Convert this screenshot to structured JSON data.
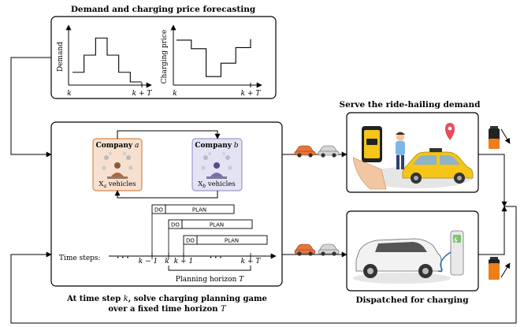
{
  "forecast": {
    "title": "Demand and charging price forecasting",
    "demand_chart": {
      "ylabel": "Demand",
      "x_start": "k",
      "x_end": "k + T",
      "chart_data": {
        "type": "line",
        "step": true,
        "x": [
          0,
          1,
          2,
          3,
          4,
          5,
          6
        ],
        "y": [
          0.18,
          0.5,
          0.82,
          0.5,
          0.18,
          0.0,
          0.0
        ]
      }
    },
    "price_chart": {
      "ylabel": "Charging price",
      "x_start": "k",
      "x_end": "k + T",
      "chart_data": {
        "type": "line",
        "step": true,
        "x": [
          0,
          1,
          2,
          3,
          4,
          5
        ],
        "y": [
          0.78,
          0.62,
          0.1,
          0.35,
          0.64,
          0.8
        ]
      }
    }
  },
  "planning": {
    "company_a": {
      "title_prefix": "Company",
      "title_var": "a",
      "vehicles_prefix": "X",
      "vehicles_sub": "a",
      "vehicles_suffix": "vehicles",
      "color": "#f7e0cf",
      "border": "#d9894a"
    },
    "company_b": {
      "title_prefix": "Company",
      "title_var": "b",
      "vehicles_prefix": "X",
      "vehicles_sub": "b",
      "vehicles_suffix": "vehicles",
      "color": "#e3e3f3",
      "border": "#9a9ac8"
    },
    "do_label": "DO",
    "plan_label": "PLAN",
    "timeline": {
      "label": "Time steps:",
      "dots_left": "· · ·",
      "dots_mid": "· · ·",
      "ticks": [
        "k − 1",
        "k",
        "k + 1",
        "k + T"
      ],
      "horizon_label": "Planning horizon",
      "horizon_var": "T"
    },
    "caption_line1_a": "At time step ",
    "caption_line1_var": "k",
    "caption_line1_b": ", solve charging planning game",
    "caption_line2_a": "over a fixed time horizon ",
    "caption_line2_var": "T"
  },
  "serve": {
    "title": "Serve the ride-hailing demand"
  },
  "dispatch": {
    "title": "Dispatched for charging"
  },
  "colors": {
    "car_orange": "#e8743b",
    "car_gray": "#c7c7c7",
    "taxi_yellow": "#f5c518",
    "battery_orange": "#ef7d1a"
  }
}
